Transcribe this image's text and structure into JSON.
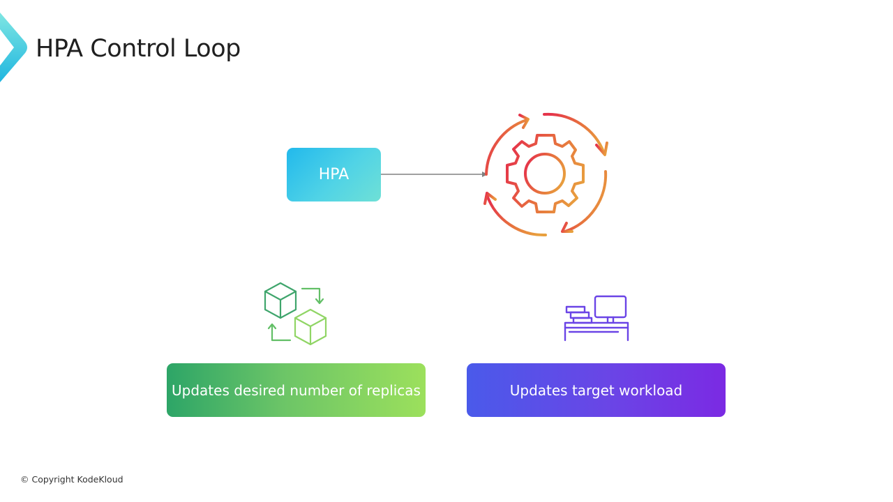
{
  "slide": {
    "title": "HPA Control Loop",
    "footer": "© Copyright KodeKloud"
  },
  "diagram": {
    "source_node": {
      "label": "HPA",
      "icon": "hpa-box"
    },
    "target_icon": "control-loop-gear-icon",
    "outputs": [
      {
        "label": "Updates desired number of replicas",
        "icon": "replicas-cubes-icon",
        "color": "#4caf6a"
      },
      {
        "label": "Updates target workload",
        "icon": "workload-desk-icon",
        "color": "#6a3ee6"
      }
    ]
  },
  "colors": {
    "hpa_gradient": [
      "#22b9ec",
      "#6fe0d6"
    ],
    "loop_gradient": [
      "#e5344a",
      "#e8973e"
    ],
    "green_gradient": [
      "#2da567",
      "#9ce05c"
    ],
    "purple_gradient": [
      "#4a5aea",
      "#7b2ae3"
    ]
  }
}
